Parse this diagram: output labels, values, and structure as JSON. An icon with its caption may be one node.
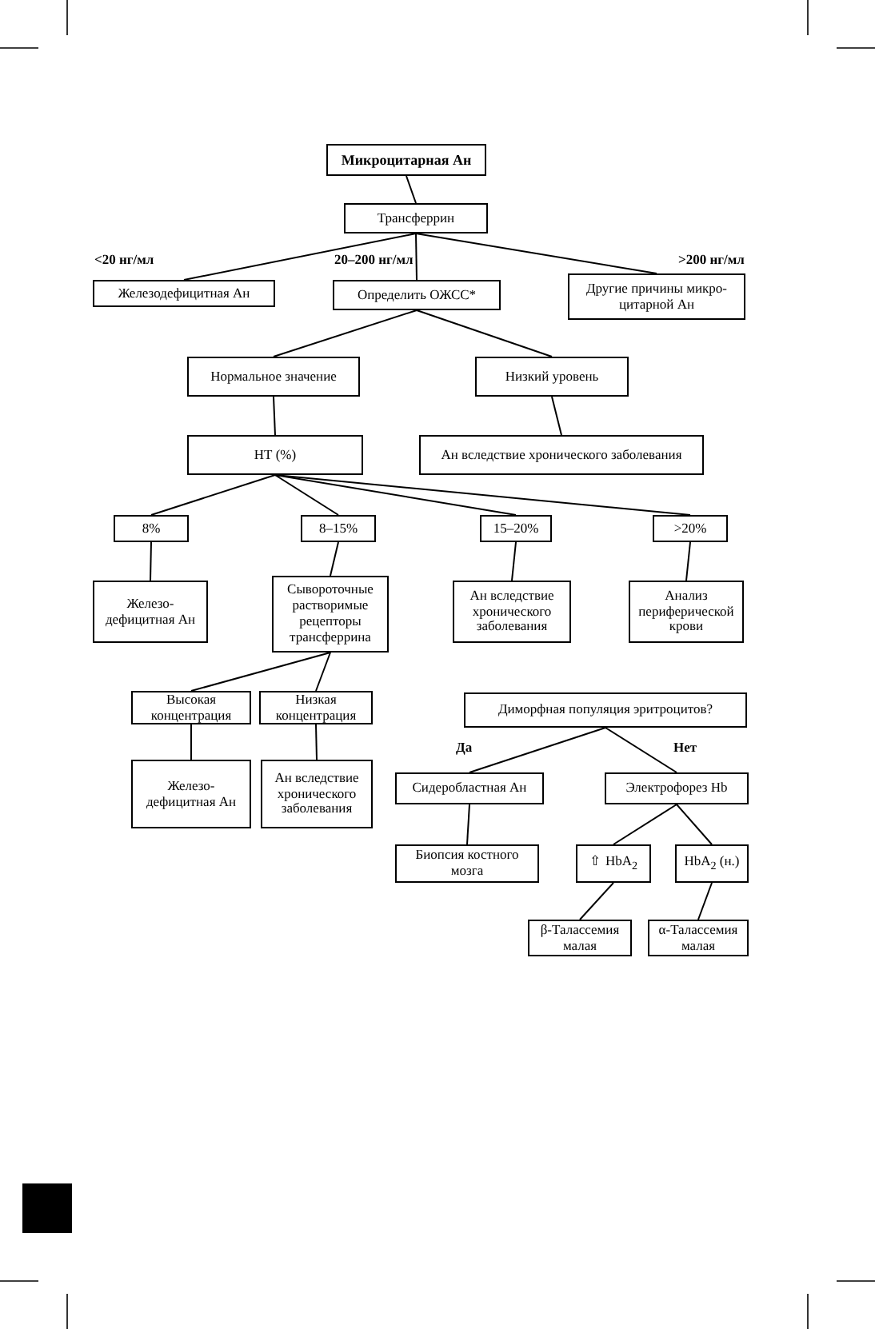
{
  "diagram": {
    "nodes": [
      {
        "text": [
          "Микроцитарная Ан"
        ]
      },
      {
        "text": [
          "Трансферрин"
        ]
      },
      {
        "text": [
          "Железодефицитная Ан"
        ]
      },
      {
        "text": [
          "Определить ОЖСС*"
        ]
      },
      {
        "text": [
          "Другие причины микро-цитарной Ан"
        ]
      },
      {
        "text": [
          "Нормальное значение"
        ]
      },
      {
        "text": [
          "Низкий уровень"
        ]
      },
      {
        "text": [
          "НТ (%)"
        ]
      },
      {
        "text": [
          "Ан вследствие хронического заболевания"
        ]
      },
      {
        "text": [
          "8%"
        ]
      },
      {
        "text": [
          "8–15%"
        ]
      },
      {
        "text": [
          "15–20%"
        ]
      },
      {
        "text": [
          ">20%"
        ]
      },
      {
        "text": [
          "Железо-дефицитная Ан"
        ]
      },
      {
        "text": [
          "Сывороточные растворимые рецепторы трансферрина"
        ]
      },
      {
        "text": [
          "Ан вследствие хронического заболевания"
        ]
      },
      {
        "text": [
          "Анализ периферической крови"
        ]
      },
      {
        "text": [
          "Высокая концентрация"
        ]
      },
      {
        "text": [
          "Низкая концентрация"
        ]
      },
      {
        "text": [
          "Диморфная популяция эритроцитов?"
        ]
      },
      {
        "text": [
          "Железо-дефицитная Ан"
        ]
      },
      {
        "text": [
          "Ан вследствие хронического заболевания"
        ]
      },
      {
        "text": [
          "Сидеробластная Ан"
        ]
      },
      {
        "text": [
          "Электрофорез Hb"
        ]
      },
      {
        "text": [
          "Биопсия костного мозга"
        ]
      },
      {
        "text": [
          "⇧ HbA$_{2}$"
        ]
      },
      {
        "text": [
          "HbA$_{2}$ (н.)"
        ]
      },
      {
        "text": [
          "β-Талассемия малая"
        ]
      },
      {
        "text": [
          "α-Талассемия малая"
        ]
      }
    ],
    "edges": [
      {
        "from": 0,
        "to": 1,
        "arrow": "none"
      },
      {
        "from": 1,
        "to": 2,
        "arrow": "none",
        "label": "<20 нг/мл"
      },
      {
        "from": 1,
        "to": 3,
        "arrow": "none",
        "label": "20–200 нг/мл"
      },
      {
        "from": 1,
        "to": 4,
        "arrow": "none",
        "label": ">200 нг/мл"
      },
      {
        "from": 3,
        "to": 5,
        "arrow": "none"
      },
      {
        "from": 3,
        "to": 6,
        "arrow": "none"
      },
      {
        "from": 5,
        "to": 7,
        "arrow": "none"
      },
      {
        "from": 6,
        "to": 8,
        "arrow": "none"
      },
      {
        "from": 7,
        "to": 9,
        "arrow": "none"
      },
      {
        "from": 7,
        "to": 10,
        "arrow": "none"
      },
      {
        "from": 7,
        "to": 11,
        "arrow": "none"
      },
      {
        "from": 7,
        "to": 12,
        "arrow": "none"
      },
      {
        "from": 9,
        "to": 13,
        "arrow": "none"
      },
      {
        "from": 10,
        "to": 14,
        "arrow": "none"
      },
      {
        "from": 11,
        "to": 15,
        "arrow": "none"
      },
      {
        "from": 12,
        "to": 16,
        "arrow": "none"
      },
      {
        "from": 14,
        "to": 17,
        "arrow": "none"
      },
      {
        "from": 14,
        "to": 18,
        "arrow": "none"
      },
      {
        "from": 17,
        "to": 20,
        "arrow": "none"
      },
      {
        "from": 18,
        "to": 21,
        "arrow": "none"
      },
      {
        "from": 19,
        "to": 22,
        "arrow": "none",
        "label": "Да"
      },
      {
        "from": 19,
        "to": 23,
        "arrow": "none",
        "label": "Нет"
      },
      {
        "from": 22,
        "to": 24,
        "arrow": "none"
      },
      {
        "from": 23,
        "to": 25,
        "arrow": "none"
      },
      {
        "from": 23,
        "to": 26,
        "arrow": "none"
      },
      {
        "from": 25,
        "to": 27,
        "arrow": "none"
      },
      {
        "from": 26,
        "to": 28,
        "arrow": "none"
      }
    ]
  }
}
